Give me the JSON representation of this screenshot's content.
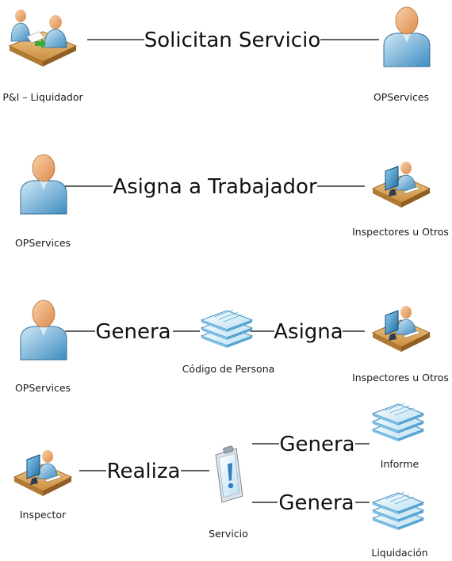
{
  "diagram": {
    "rows": [
      {
        "left": {
          "label": "P&I – Liquidador",
          "icon": "meeting-desk-icon"
        },
        "relation": "Solicitan Servicio",
        "right": {
          "label": "OPServices",
          "icon": "person-icon"
        }
      },
      {
        "left": {
          "label": "OPServices",
          "icon": "person-icon"
        },
        "relation": "Asigna a Trabajador",
        "right": {
          "label": "Inspectores u Otros",
          "icon": "operator-workstation-icon"
        }
      },
      {
        "left": {
          "label": "OPServices",
          "icon": "person-icon"
        },
        "relation1": "Genera",
        "middle": {
          "label": "Código de Persona",
          "icon": "document-stack-icon"
        },
        "relation2": "Asigna",
        "right": {
          "label": "Inspectores u Otros",
          "icon": "operator-workstation-icon"
        }
      },
      {
        "left": {
          "label": "Inspector",
          "icon": "operator-workstation-icon"
        },
        "relation": "Realiza",
        "middle": {
          "label": "Servicio",
          "icon": "clipboard-icon"
        },
        "branches": [
          {
            "relation": "Genera",
            "target": {
              "label": "Informe",
              "icon": "document-stack-icon"
            }
          },
          {
            "relation": "Genera",
            "target": {
              "label": "Liquidación",
              "icon": "document-stack-icon"
            }
          }
        ]
      }
    ]
  }
}
